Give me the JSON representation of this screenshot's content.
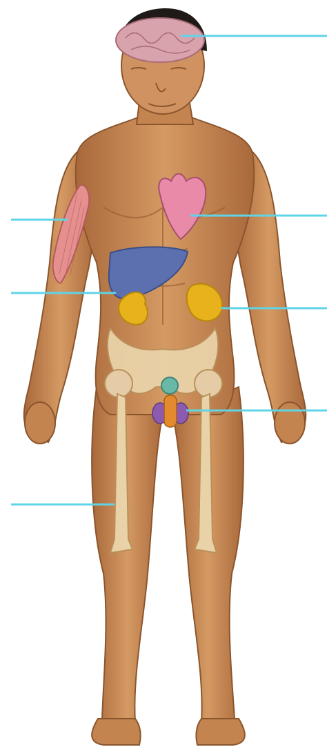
{
  "diagram": {
    "subject": "human-body-organs",
    "colors": {
      "background": "#ffffff",
      "skin": "#c98a55",
      "skin_shadow": "#9a5f33",
      "hair": "#1f1a17",
      "bone": "#ead2a8",
      "brain": "#d9a3ad",
      "muscle": "#e58f8f",
      "heart": "#e88aa8",
      "liver": "#5c6fae",
      "kidney": "#e8b21c",
      "bladder": "#69b8a8",
      "reproductive": "#e38a2e",
      "testes": "#8c5ab0",
      "leader_line": "#5fd4e6"
    },
    "leader_lines": [
      {
        "target": "brain",
        "side": "right"
      },
      {
        "target": "heart",
        "side": "right"
      },
      {
        "target": "muscle",
        "side": "left"
      },
      {
        "target": "liver",
        "side": "left"
      },
      {
        "target": "kidney",
        "side": "right"
      },
      {
        "target": "reproductive-organs",
        "side": "right"
      },
      {
        "target": "bone",
        "side": "left"
      }
    ],
    "labels": []
  }
}
